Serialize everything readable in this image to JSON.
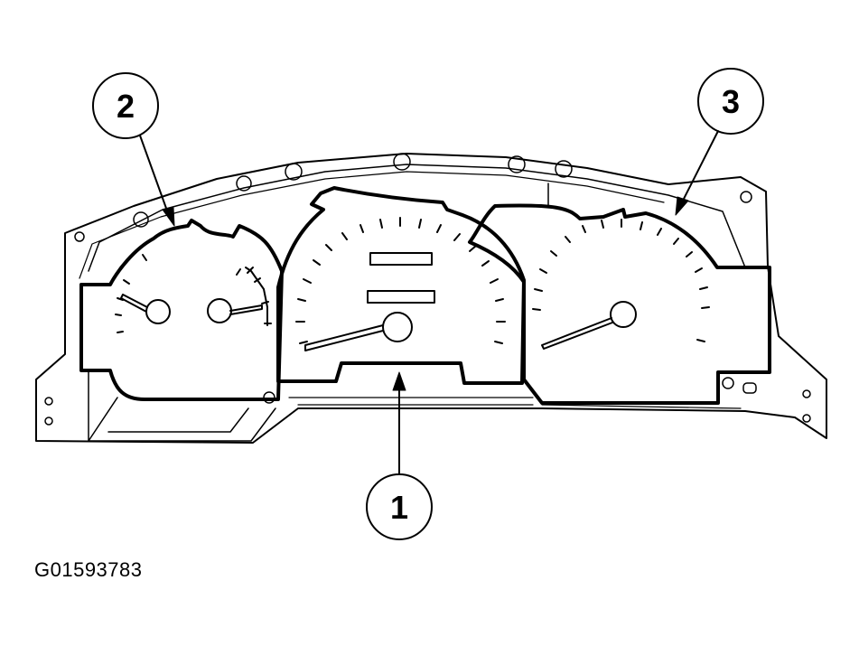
{
  "figure_id": "G01593783",
  "callouts": [
    {
      "number": "2",
      "points_to": "left-gauge-cluster"
    },
    {
      "number": "1",
      "points_to": "center-speedometer"
    },
    {
      "number": "3",
      "points_to": "right-tachometer"
    }
  ]
}
